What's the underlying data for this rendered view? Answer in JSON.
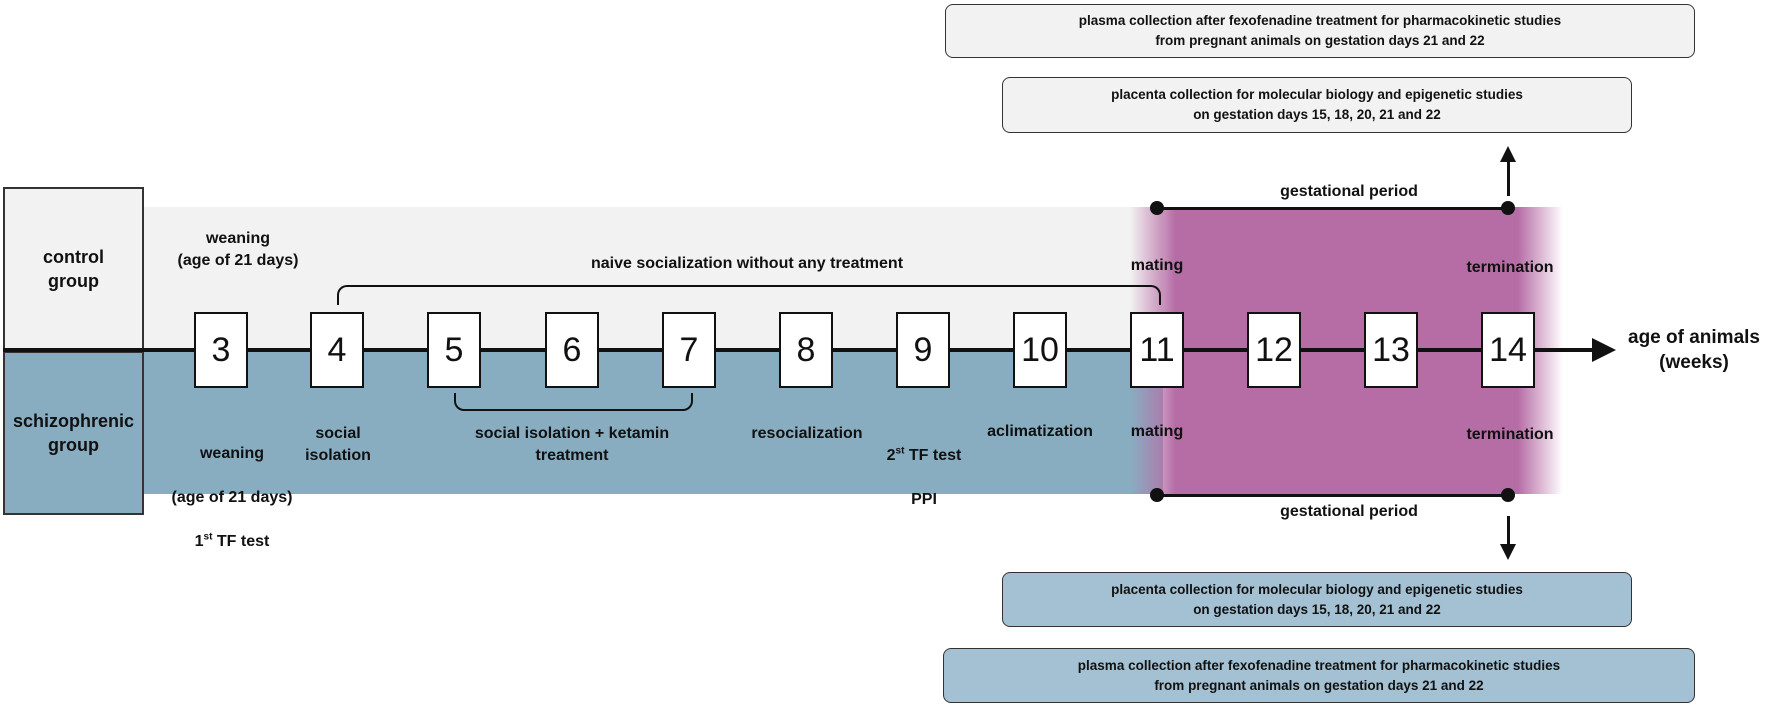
{
  "groups": {
    "control": "control\ngroup",
    "schizophrenic": "schizophrenic\ngroup"
  },
  "weeks": [
    "3",
    "4",
    "5",
    "6",
    "7",
    "8",
    "9",
    "10",
    "11",
    "12",
    "13",
    "14"
  ],
  "axis_label": "age of animals\n(weeks)",
  "control_labels": {
    "weaning": "weaning\n(age of 21 days)",
    "naive": "naive socialization without any treatment",
    "mating": "mating",
    "termination": "termination",
    "gestational": "gestational period"
  },
  "schizo_labels": {
    "weaning_line1": "weaning",
    "weaning_line2": "(age of 21 days)",
    "tf1_ordinal": "1",
    "tf1_sup": "st",
    "tf1_rest": " TF test",
    "social_isolation": "social\nisolation",
    "isolation_ketamin": "social isolation + ketamin\ntreatment",
    "resocialization": "resocialization",
    "tf2_ordinal": "2",
    "tf2_sup": "st",
    "tf2_rest": " TF test",
    "ppi": "PPI",
    "aclimatization": "aclimatization",
    "mating": "mating",
    "termination": "termination",
    "gestational": "gestational period"
  },
  "notes": {
    "plasma_top": "plasma collection after fexofenadine treatment for pharmacokinetic studies\nfrom pregnant animals on gestation days 21 and 22",
    "placenta_top": "placenta collection for molecular biology and epigenetic studies\non gestation days 15, 18, 20, 21 and 22",
    "placenta_bottom": "placenta collection for molecular biology and epigenetic studies\non gestation days 15, 18, 20, 21 and 22",
    "plasma_bottom": "plasma collection after fexofenadine treatment for pharmacokinetic studies\nfrom pregnant animals on gestation days 21 and 22"
  },
  "colors": {
    "control_band": "#f2f2f2",
    "schizophrenic_band": "#88adc1",
    "gestation_highlight": "#b66da6"
  }
}
